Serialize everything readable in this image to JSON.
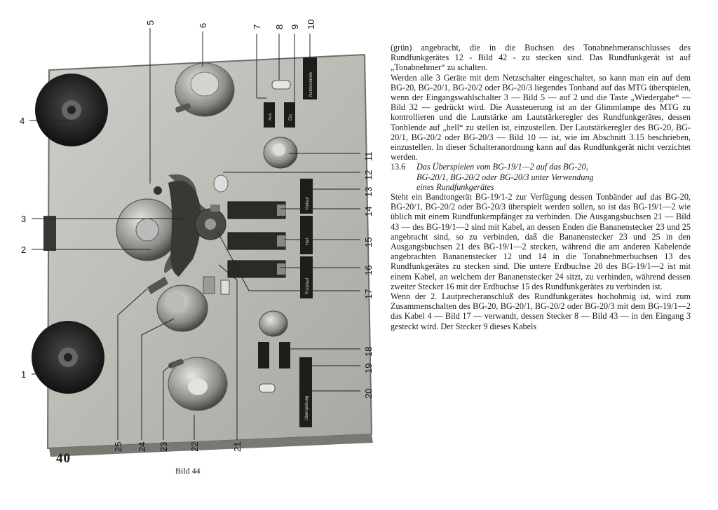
{
  "page": {
    "number": "40",
    "caption": "Bild 44"
  },
  "figure": {
    "callouts": [
      "1",
      "2",
      "3",
      "4",
      "5",
      "6",
      "7",
      "8",
      "9",
      "10",
      "11",
      "12",
      "13",
      "14",
      "15",
      "16",
      "17",
      "18",
      "19",
      "20",
      "21",
      "22",
      "23",
      "24",
      "25"
    ],
    "panel_labels": {
      "netzkontrolle": "Netzkontrolle",
      "aus": "Aus",
      "ein": "Ein",
      "vorlauf": "Vorlauf",
      "halt": "Halt",
      "ruecklauf": "Rücklauf",
      "ueberspielung": "Überspielung"
    },
    "colors": {
      "panel": "#b8b6b0",
      "reel": "#2a2a2a",
      "metal": "#9c9a94"
    }
  },
  "text": {
    "para1": "(grün) angebracht, die in die Buchsen des Tonabnehmeran­schlusses des Rundfunkgerätes 12 - Bild 42 - zu stecken sind. Das Rundfunkgerät ist auf „Tonabnehmer“ zu schalten.",
    "para2": "Werden alle 3 Geräte mit dem Netzschalter eingeschaltet, so kann man ein auf dem BG-20, BG-20/1, BG-20/2 oder BG-20/3 liegendes Tonband auf das MTG überspielen, wenn der Eingangswahlschalter 3 — Bild 5 — auf 2 und die Taste „Wiedergabe“ — Bild 32 — gedrückt wird. Die Aussteue­rung ist an der Glimmlampe des MTG zu kontrollieren und die Lautstärke am Lautstärkeregler des Rundfunkgerätes, dessen Tonblende auf „hell“ zu stellen ist, einzustellen. Der Lautstärkeregler des BG-20, BG-20/1, BG-20/2 oder BG-20/3 — Bild 10 — ist, wie im Abschnitt 3.15 beschrieben, einzu­stellen. In dieser Schalteranordnung kann auf das Rund­funkgerät nicht verzichtet werden.",
    "section_number": "13.6",
    "section_line1": "Das Überspielen vom BG-19/1—2 auf das BG-20,",
    "section_line2": "BG-20/1, BG-20/2 oder BG-20/3 unter Verwendung",
    "section_line3": "eines Rundfunkgerätes",
    "para3": "Steht ein Bandtongerät BG-19/1-2 zur Verfügung dessen Tonbänder auf das BG-20, BG-20/1, BG-20/2 oder BG-20/3 überspielt werden sollen, so ist das BG-19/1—2 wie üblich mit einem Rundfunkempfänger zu verbinden. Die Ausgangs­buchsen 21 — Bild 43 — des BG-19/1—2 sind mit Kabel, an dessen Enden die Bananenstecker 23 und 25 angebracht sind, so zu verbinden, daß die Bananenstecker 23 und 25 in den Ausgangsbuchsen 21 des BG-19/1—2 stecken, während die am anderen Kabelende angebrachten Bananenstecker 12 und 14 in die Tonabnehmerbuchsen 13 des Rundfunkgerätes zu stecken sind. Die untere Erdbuchse 20 des BG-19/1—2 ist mit einem Kabel, an welchem der Bananenstecker 24 sitzt, zu verbinden, während dessen zweiter Stecker 16 mit der Erdbuchse 15 des Rundfunkgerätes zu verbinden ist.",
    "para4": "Wenn der 2. Lautprecheranschluß des Rundfunkgerätes hoch­ohmig ist, wird zum Zusammenschalten des BG-20, BG-20/1, BG-20/2 oder BG-20/3 mit dem BG-19/1—2 das Kabel 4 — Bild 17 — verwandt, dessen Stecker 8 — Bild 43 — in den Eingang 3 gesteckt wird. Der Stecker 9 dieses Kabels"
  }
}
